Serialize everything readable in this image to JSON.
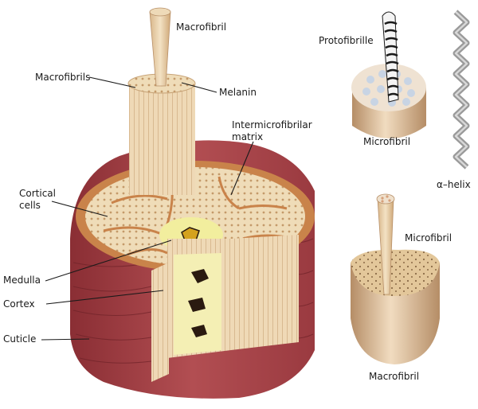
{
  "labels": {
    "macrofibril_top": "Macrofibril",
    "macrofibrils": "Macrofibrils",
    "melanin": "Melanin",
    "intermicrofibrilar_1": "Intermicrofibrilar",
    "intermicrofibrilar_2": "matrix",
    "cortical_1": "Cortical",
    "cortical_2": "cells",
    "medulla": "Medulla",
    "cortex": "Cortex",
    "cuticle": "Cuticle",
    "protofibrille": "Protofibrille",
    "microfibril_upper": "Microfibril",
    "alpha_helix": "α–helix",
    "microfibril_lower": "Microfibril",
    "macrofibril_bottom": "Macrofibril"
  },
  "colors": {
    "cuticle_red": "#a8454a",
    "cortex_tan": "#e6c9a0",
    "matrix_brown": "#c9834a",
    "medulla_yellow": "#f2ee9e",
    "fiber_light": "#f0dcbc",
    "fiber_shade": "#c9a57a",
    "melanin_dark": "#2a1a10"
  }
}
